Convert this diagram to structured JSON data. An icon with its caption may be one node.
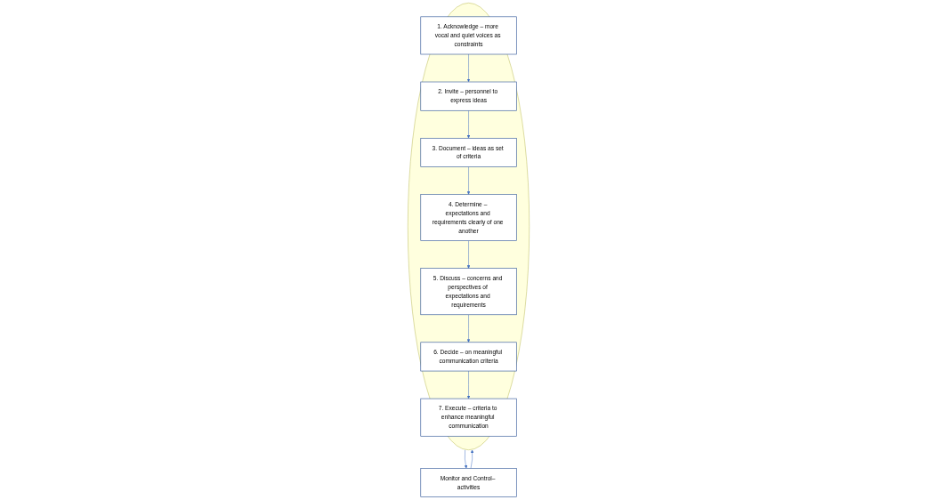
{
  "diagram": {
    "nodes": [
      {
        "text": [],
        "shape": "ellipse"
      },
      {
        "text": [
          "1. Acknowledge – more vocal and quiet voices as constraints"
        ],
        "in": 0
      },
      {
        "text": [
          "2. Invite – personnel to express ideas"
        ],
        "in": 0
      },
      {
        "text": [
          "3. Document – ideas as set of criteria"
        ],
        "in": 0
      },
      {
        "text": [
          "4. Determine – expectations and requirements clearly of one another"
        ],
        "in": 0
      },
      {
        "text": [
          "5. Discuss – concerns and perspectives of expectations and requirements"
        ],
        "in": 0
      },
      {
        "text": [
          "6. Decide – on meaningful communication criteria"
        ],
        "in": 0
      },
      {
        "text": [
          "7. Execute – criteria to enhance meaningful communication"
        ],
        "in": 0
      },
      {
        "text": [
          "Monitor and Control– activities"
        ]
      }
    ],
    "edges": [
      {
        "from": 1,
        "to": 2,
        "arrow": "to"
      },
      {
        "from": 2,
        "to": 3,
        "arrow": "to"
      },
      {
        "from": 3,
        "to": 4,
        "arrow": "to"
      },
      {
        "from": 4,
        "to": 5,
        "arrow": "to"
      },
      {
        "from": 5,
        "to": 6,
        "arrow": "to"
      },
      {
        "from": 6,
        "to": 7,
        "arrow": "to"
      },
      {
        "from": 8,
        "to": 0,
        "arrow": "to"
      },
      {
        "from": 0,
        "to": 8,
        "arrow": "to"
      }
    ]
  }
}
